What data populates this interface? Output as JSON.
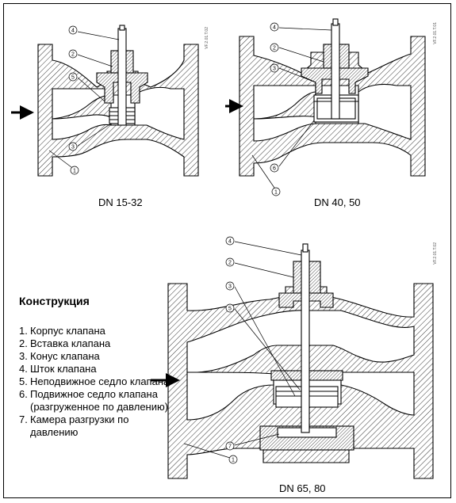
{
  "diagrams": [
    {
      "caption": "DN 15-32",
      "code": "VF.2.01.T.02"
    },
    {
      "caption": "DN 40, 50",
      "code": "VF.2.01.T.01"
    },
    {
      "caption": "DN 65, 80",
      "code": "VF.2.01.T.02"
    }
  ],
  "legend": {
    "title": "Конструкция",
    "items": [
      {
        "num": "1.",
        "text": "Корпус клапана"
      },
      {
        "num": "2.",
        "text": "Вставка клапана"
      },
      {
        "num": "3.",
        "text": "Конус клапана"
      },
      {
        "num": "4.",
        "text": "Шток клапана"
      },
      {
        "num": "5.",
        "text": "Неподвижное седло клапана"
      },
      {
        "num": "6.",
        "text": "Подвижное седло клапана (разгруженное по давлению)"
      },
      {
        "num": "7.",
        "text": "Камера разгрузки по давлению"
      }
    ]
  },
  "callouts": {
    "d1": [
      "4",
      "2",
      "5",
      "3",
      "1"
    ],
    "d2": [
      "4",
      "2",
      "3",
      "6",
      "1"
    ],
    "d3": [
      "4",
      "2",
      "3",
      "5",
      "7",
      "1"
    ]
  },
  "colors": {
    "hatch": "#000000",
    "line": "#000000",
    "background": "#ffffff"
  }
}
